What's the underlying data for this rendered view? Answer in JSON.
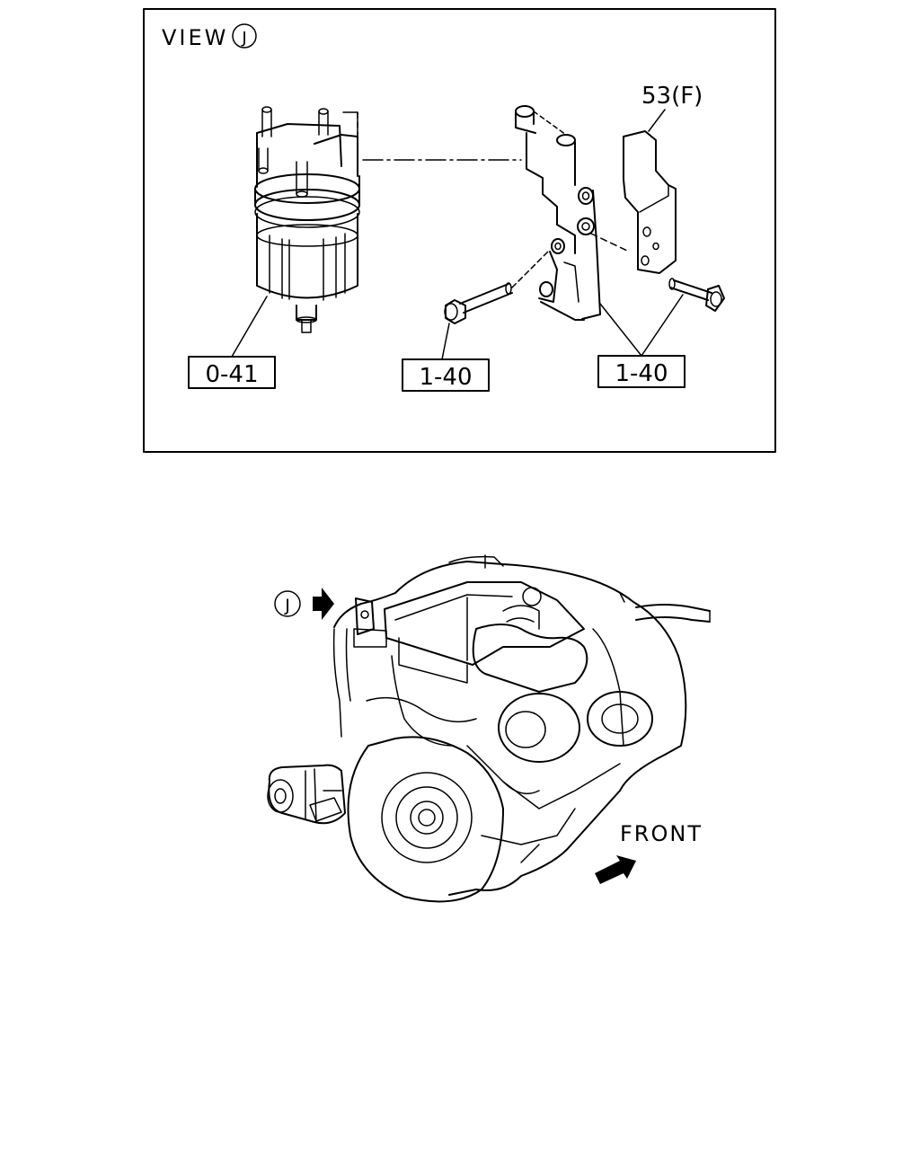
{
  "view_panel": {
    "title": "VIEW",
    "view_marker": "J"
  },
  "part_labels": {
    "filter_ref": "0-41",
    "bolt_ref_left": "1-40",
    "bolt_ref_right": "1-40",
    "bracket_ref": "53(F)"
  },
  "engine_view": {
    "view_marker": "J",
    "front_label": "FRONT"
  }
}
